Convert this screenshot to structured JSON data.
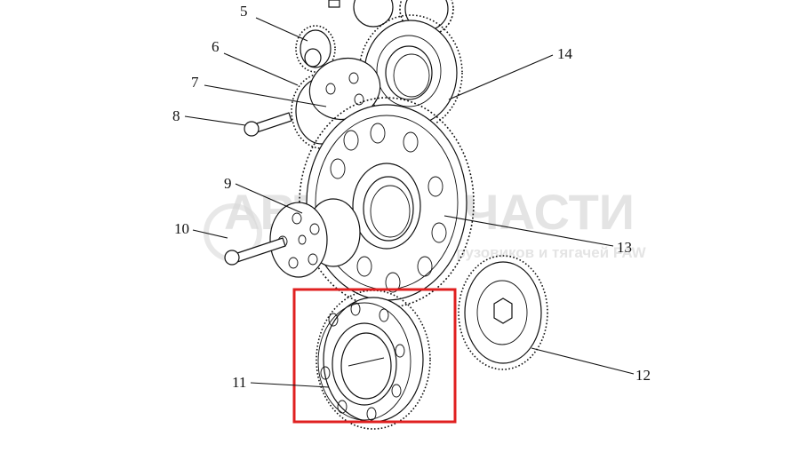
{
  "diagram": {
    "callouts": [
      {
        "id": "5",
        "label": "5"
      },
      {
        "id": "6",
        "label": "6"
      },
      {
        "id": "7",
        "label": "7"
      },
      {
        "id": "8",
        "label": "8"
      },
      {
        "id": "9",
        "label": "9"
      },
      {
        "id": "10",
        "label": "10"
      },
      {
        "id": "11",
        "label": "11"
      },
      {
        "id": "12",
        "label": "12"
      },
      {
        "id": "13",
        "label": "13"
      },
      {
        "id": "14",
        "label": "14"
      }
    ],
    "watermark": {
      "main": "АВТОЗАПЧАСТИ",
      "sub": "для грузовиков и тягачей FAW"
    },
    "highlight": {
      "color": "#e02020",
      "target_callout": "11"
    }
  }
}
